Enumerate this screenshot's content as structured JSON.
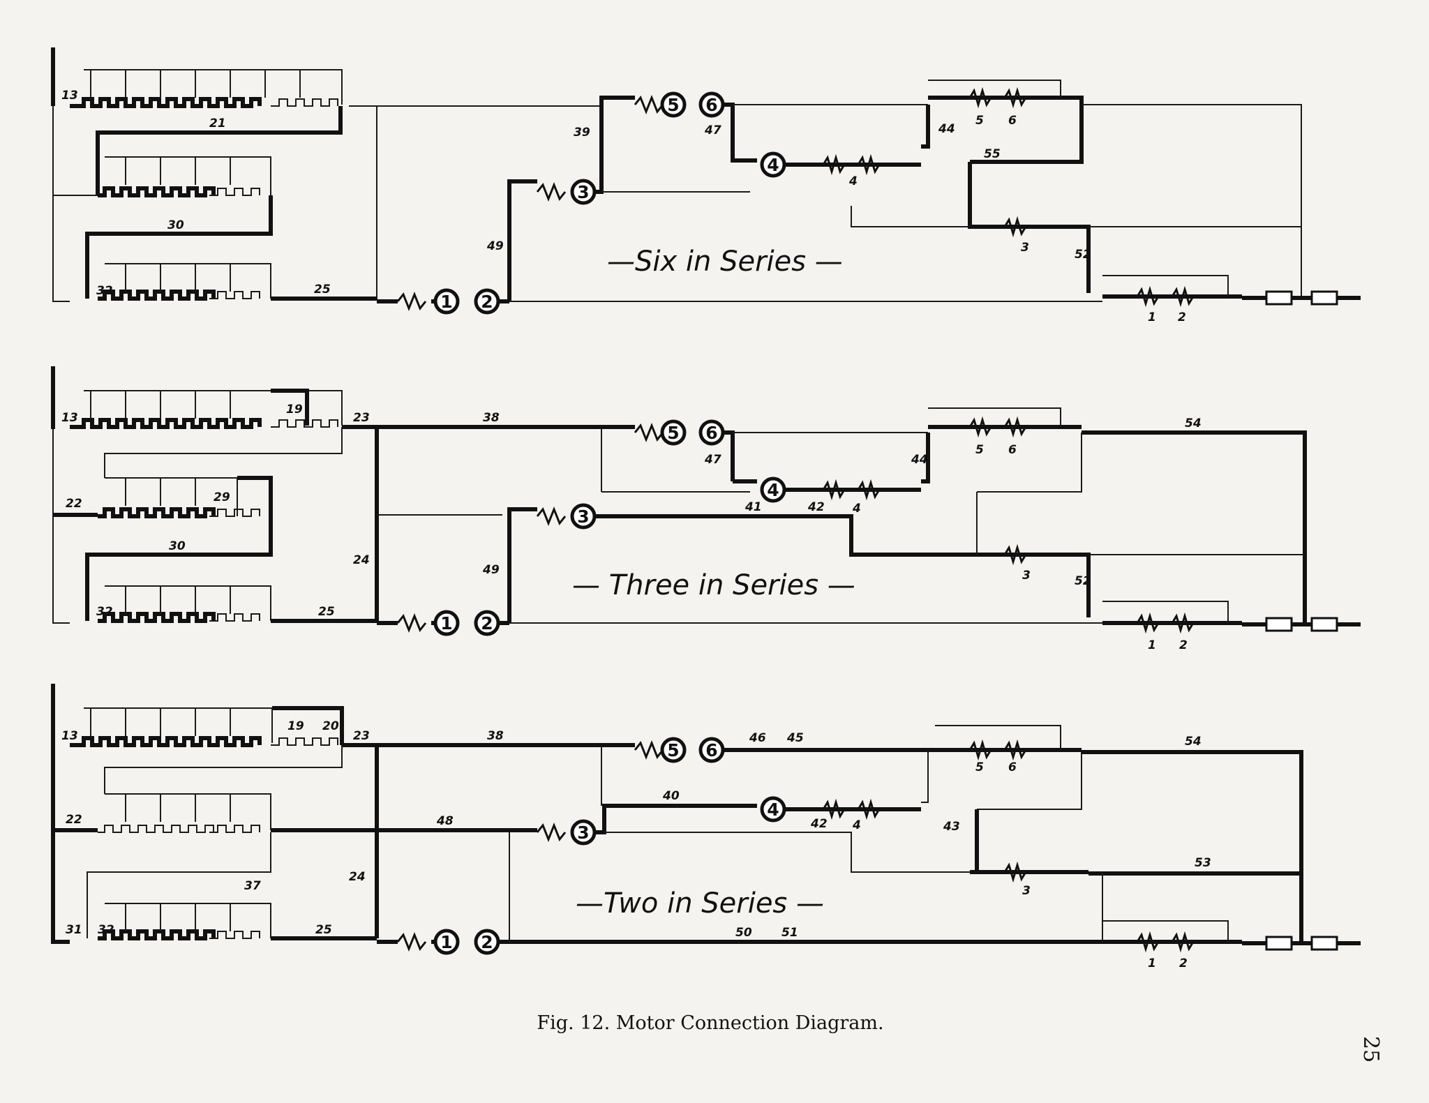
{
  "panels": [
    {
      "title": "—Six in Series —",
      "resistor_labels": [
        "13",
        "21",
        "30",
        "32",
        "25"
      ],
      "switch_labels": [
        "39",
        "47",
        "44",
        "55",
        "49",
        "52"
      ],
      "motors": [
        "1",
        "2",
        "3",
        "4",
        "5",
        "6"
      ],
      "field_labels": [
        {
          "id": "f56",
          "a": "5",
          "b": "6"
        },
        {
          "id": "f4",
          "a": "4",
          "b": ""
        },
        {
          "id": "f3",
          "a": "3",
          "b": ""
        },
        {
          "id": "f12",
          "a": "1",
          "b": "2"
        }
      ]
    },
    {
      "title": "— Three in Series —",
      "resistor_labels": [
        "13",
        "19",
        "23",
        "22",
        "29",
        "30",
        "32",
        "25",
        "24"
      ],
      "switch_labels": [
        "38",
        "47",
        "44",
        "41",
        "42",
        "49",
        "52",
        "54"
      ],
      "motors": [
        "1",
        "2",
        "3",
        "4",
        "5",
        "6"
      ],
      "field_labels": [
        {
          "id": "f56",
          "a": "5",
          "b": "6"
        },
        {
          "id": "f4",
          "a": "4",
          "b": ""
        },
        {
          "id": "f3",
          "a": "3",
          "b": ""
        },
        {
          "id": "f12",
          "a": "1",
          "b": "2"
        }
      ]
    },
    {
      "title": "—Two in Series —",
      "resistor_labels": [
        "13",
        "19",
        "20",
        "23",
        "22",
        "37",
        "31",
        "32",
        "25",
        "24"
      ],
      "switch_labels": [
        "38",
        "46",
        "45",
        "40",
        "48",
        "42",
        "43",
        "53",
        "50",
        "51",
        "54"
      ],
      "motors": [
        "1",
        "2",
        "3",
        "4",
        "5",
        "6"
      ],
      "field_labels": [
        {
          "id": "f56",
          "a": "5",
          "b": "6"
        },
        {
          "id": "f4",
          "a": "4",
          "b": ""
        },
        {
          "id": "f3",
          "a": "3",
          "b": ""
        },
        {
          "id": "f12",
          "a": "1",
          "b": "2"
        }
      ]
    }
  ],
  "caption": "Fig. 12. Motor Connection Diagram.",
  "page_number": "25"
}
